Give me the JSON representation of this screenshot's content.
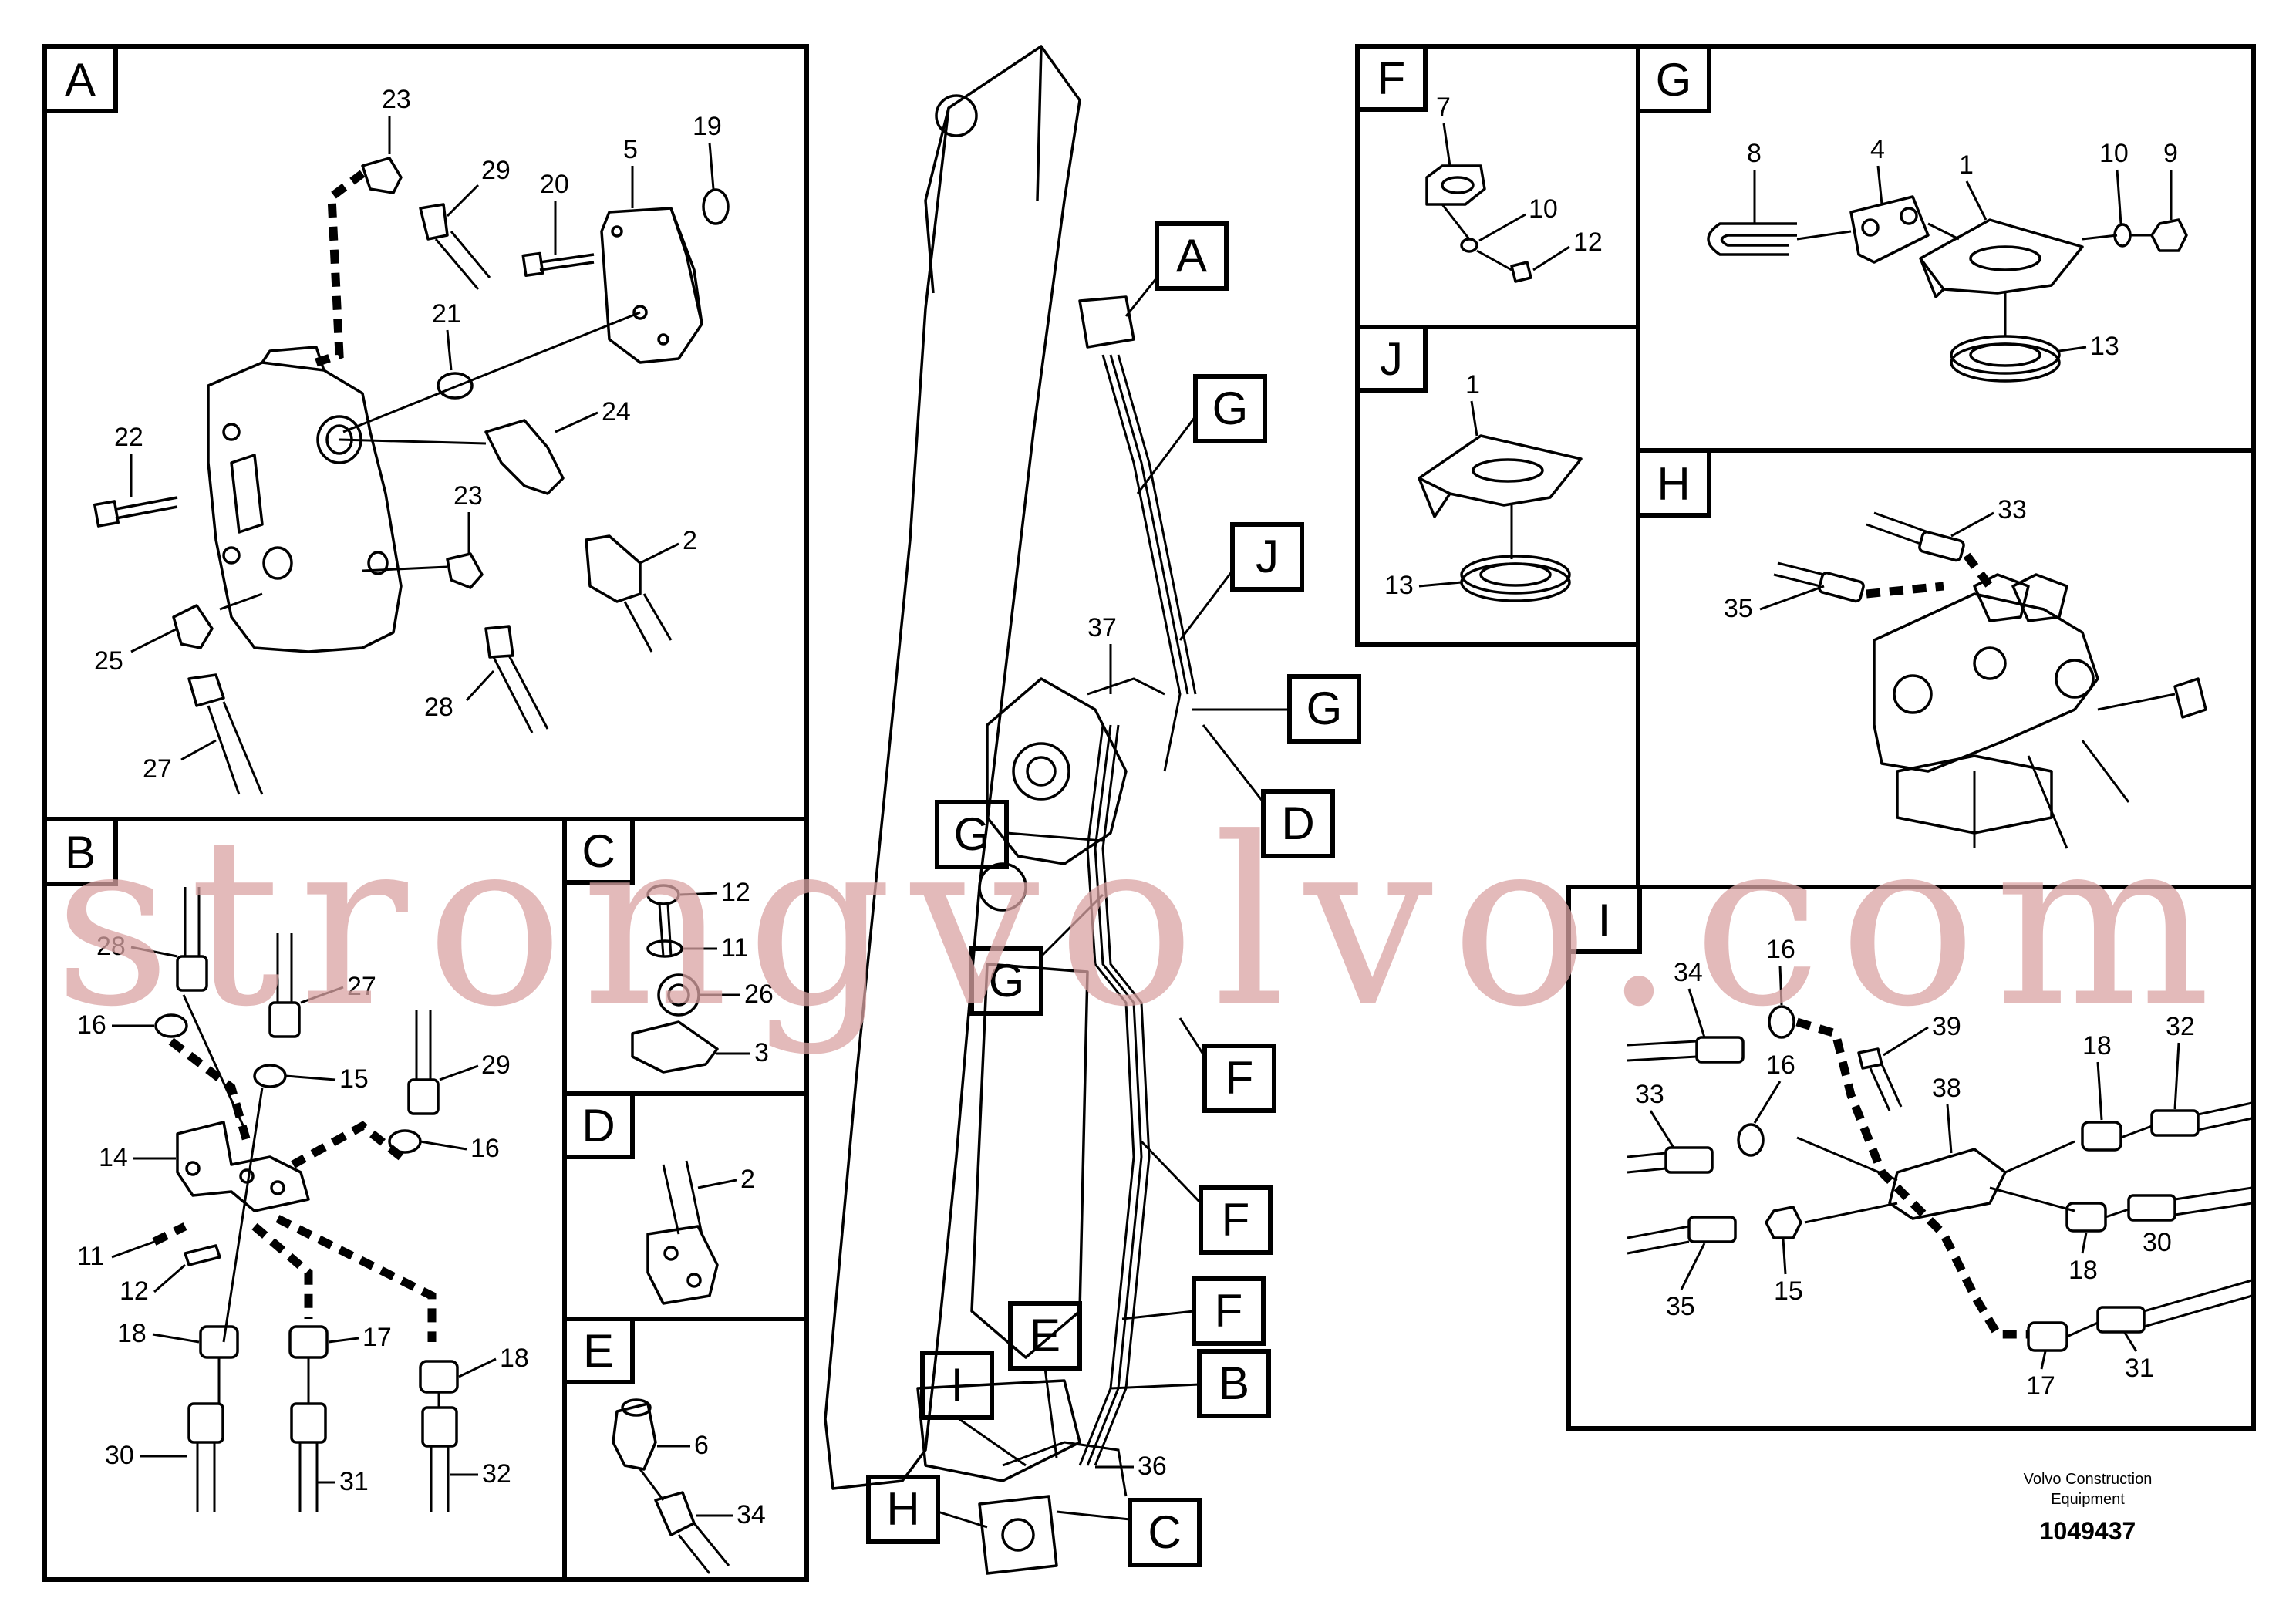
{
  "sections": {
    "A": {
      "label": "A",
      "callouts": [
        "23",
        "29",
        "20",
        "5",
        "19",
        "21",
        "22",
        "24",
        "23",
        "2",
        "25",
        "28",
        "27"
      ]
    },
    "B": {
      "label": "B",
      "callouts": [
        "28",
        "27",
        "16",
        "15",
        "29",
        "16",
        "14",
        "11",
        "12",
        "18",
        "17",
        "18",
        "30",
        "31",
        "32"
      ]
    },
    "C": {
      "label": "C",
      "callouts": [
        "12",
        "11",
        "26",
        "3"
      ]
    },
    "D": {
      "label": "D",
      "callouts": [
        "2"
      ]
    },
    "E": {
      "label": "E",
      "callouts": [
        "6",
        "34"
      ]
    },
    "F": {
      "label": "F",
      "callouts": [
        "7",
        "10",
        "12"
      ]
    },
    "G": {
      "label": "G",
      "callouts": [
        "8",
        "4",
        "1",
        "10",
        "9",
        "13"
      ]
    },
    "J": {
      "label": "J",
      "callouts": [
        "1",
        "13"
      ]
    },
    "H": {
      "label": "H",
      "callouts": [
        "33",
        "35"
      ]
    },
    "I": {
      "label": "I",
      "callouts": [
        "34",
        "16",
        "39",
        "16",
        "33",
        "38",
        "18",
        "32",
        "35",
        "15",
        "18",
        "17",
        "31",
        "30"
      ]
    }
  },
  "boom_view": {
    "tags": [
      "A",
      "G",
      "J",
      "37",
      "G",
      "D",
      "G",
      "G",
      "F",
      "F",
      "F",
      "E",
      "I",
      "B",
      "36",
      "H",
      "C"
    ]
  },
  "footer": {
    "company_line1": "Volvo Construction",
    "company_line2": "Equipment",
    "drawing_number": "1049437"
  },
  "watermark": "strongvolvo.com",
  "colors": {
    "ink": "#000000",
    "watermark": "#d9a3a3",
    "background": "#ffffff"
  }
}
